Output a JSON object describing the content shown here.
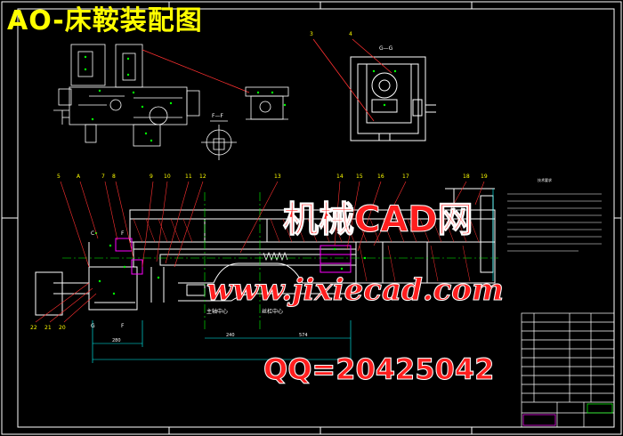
{
  "title": "AO-床鞍装配图",
  "watermark": {
    "site_name": "机械CAD网",
    "url": "www.jixiecad.com",
    "qq": "QQ=20425042"
  },
  "part_callouts": [
    "5",
    "A",
    "7",
    "8",
    "9",
    "10",
    "11",
    "12",
    "13",
    "14",
    "15",
    "16",
    "17",
    "18",
    "19",
    "22",
    "21",
    "20"
  ],
  "top_callouts": [
    "3",
    "4"
  ],
  "section_labels": {
    "g_g": "G—G",
    "f_f": "F—F",
    "c_left": "C",
    "f_left": "F",
    "g_left": "G",
    "f_right": "F"
  },
  "notes_heading": "技术要求",
  "center_labels": [
    "主轴中心",
    "丝杠中心"
  ],
  "dimensions": [
    "280",
    "240",
    "574"
  ],
  "colors": {
    "background": "#000000",
    "title": "#ffff00",
    "outline": "#ffffff",
    "callout": "#ff3030",
    "dimension": "#00ffff",
    "leader": "#ffff00",
    "component": "#ff00ff",
    "centerline": "#00ff00",
    "watermark": "#ff1e1e"
  }
}
